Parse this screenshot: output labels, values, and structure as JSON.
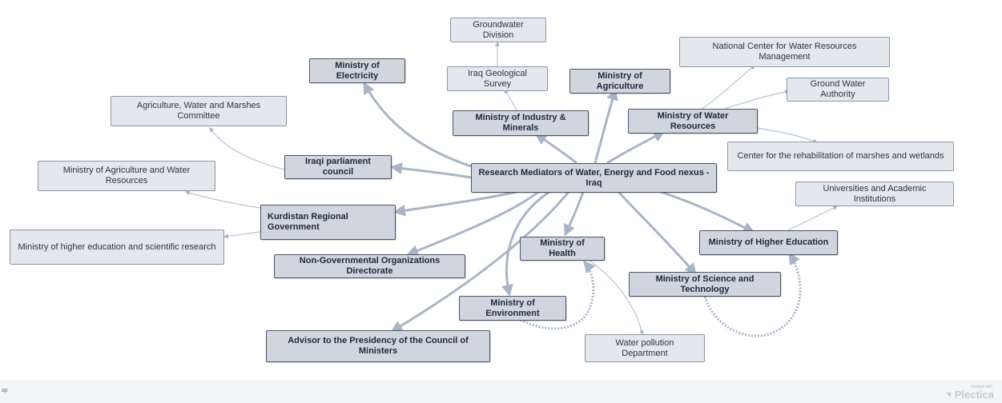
{
  "diagram": {
    "colors": {
      "edge": "#a9b5c6",
      "edge_light": "#b9c3d1",
      "node_fill": "#e3e8ef",
      "node_fill_primary": "#cfd6e0"
    },
    "nodes": {
      "center": "Research Mediators of Water, Energy and Food nexus - Iraq",
      "electricity": "Ministry of Electricity",
      "industry": "Ministry of Industry & Minerals",
      "geological": "Iraq Geological Survey",
      "groundwater_div": "Groundwater Division",
      "agriculture": "Ministry of Agriculture",
      "water_resources": "Ministry of Water Resources",
      "ncwrm": "National Center for Water Resources Management",
      "gwa": "Ground Water Authority",
      "marshes_center": "Center for the rehabilitation of marshes and wetlands",
      "parliament": "Iraqi parliament council",
      "awm_committee": "Agriculture, Water and Marshes Committee",
      "krg": "Kurdistan Regional Government",
      "moawr": "Ministry of Agriculture and Water Resources",
      "mohesr": "Ministry of higher education and scientific research",
      "ngo": "Non-Governmental Organizations Directorate",
      "health": "Ministry of Health",
      "environment": "Ministry of Environment",
      "advisor": "Advisor to the Presidency of the Council of Ministers",
      "pollution": "Water pollution Department",
      "higher_ed": "Ministry of Higher Education",
      "universities": "Universities and Academic Institutions",
      "science": "Ministry of Science and Technology"
    }
  },
  "footer": {
    "label": "ap",
    "brand_small": "created with",
    "brand": "Plectica"
  }
}
